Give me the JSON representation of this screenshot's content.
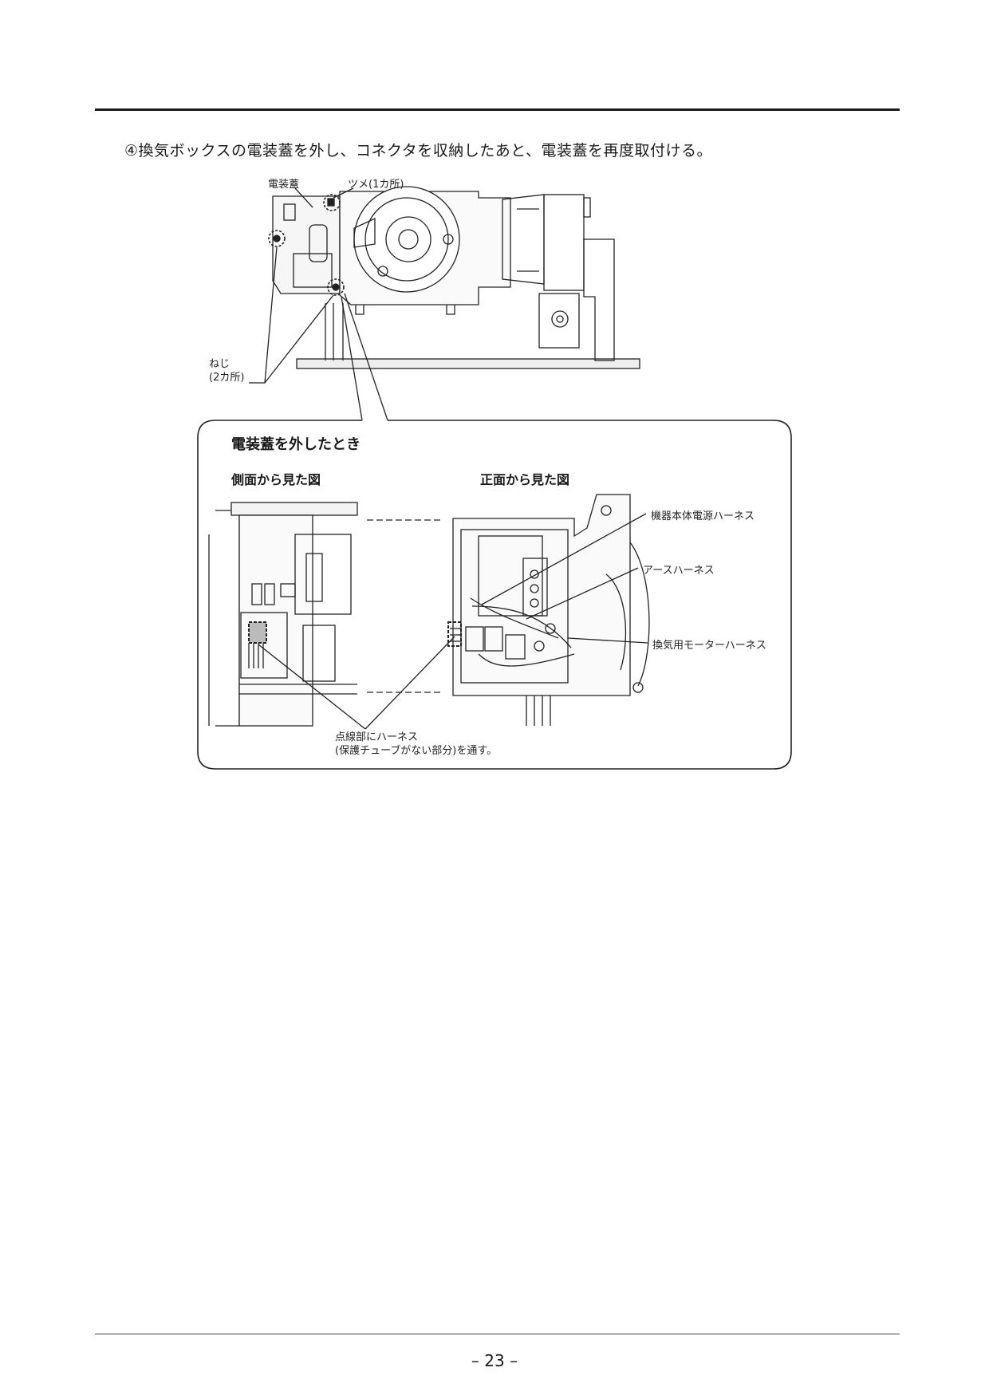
{
  "instruction": "④換気ボックスの電装蓋を外し、コネクタを収納したあと、電装蓋を再度取付ける。",
  "top_figure": {
    "label_cover": "電装蓋",
    "label_claw": "ツメ(1カ所)",
    "label_screw_line1": "ねじ",
    "label_screw_line2": "(2カ所)"
  },
  "detail_box": {
    "title": "電装蓋を外したとき",
    "side_view_title": "側面から見た図",
    "front_view_title": "正面から見た図",
    "label_power_harness": "機器本体電源ハーネス",
    "label_earth_harness": "アースハーネス",
    "label_motor_harness": "換気用モーターハーネス",
    "note_line1": "点線部にハーネス",
    "note_line2": "(保護チューブがない部分)を通す。"
  },
  "page_number": "– 23 –"
}
